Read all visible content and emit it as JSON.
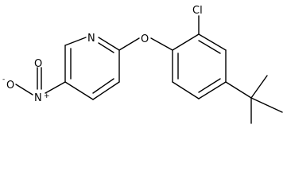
{
  "structure": {
    "atoms": {
      "pyridine_n": "N",
      "ether_o": "O",
      "chloro": "Cl",
      "nitro_n": "N",
      "nitro_n_charge": "+",
      "nitro_o_top": "O",
      "nitro_o_bottom": "O",
      "nitro_o_bottom_charge": "-"
    }
  }
}
